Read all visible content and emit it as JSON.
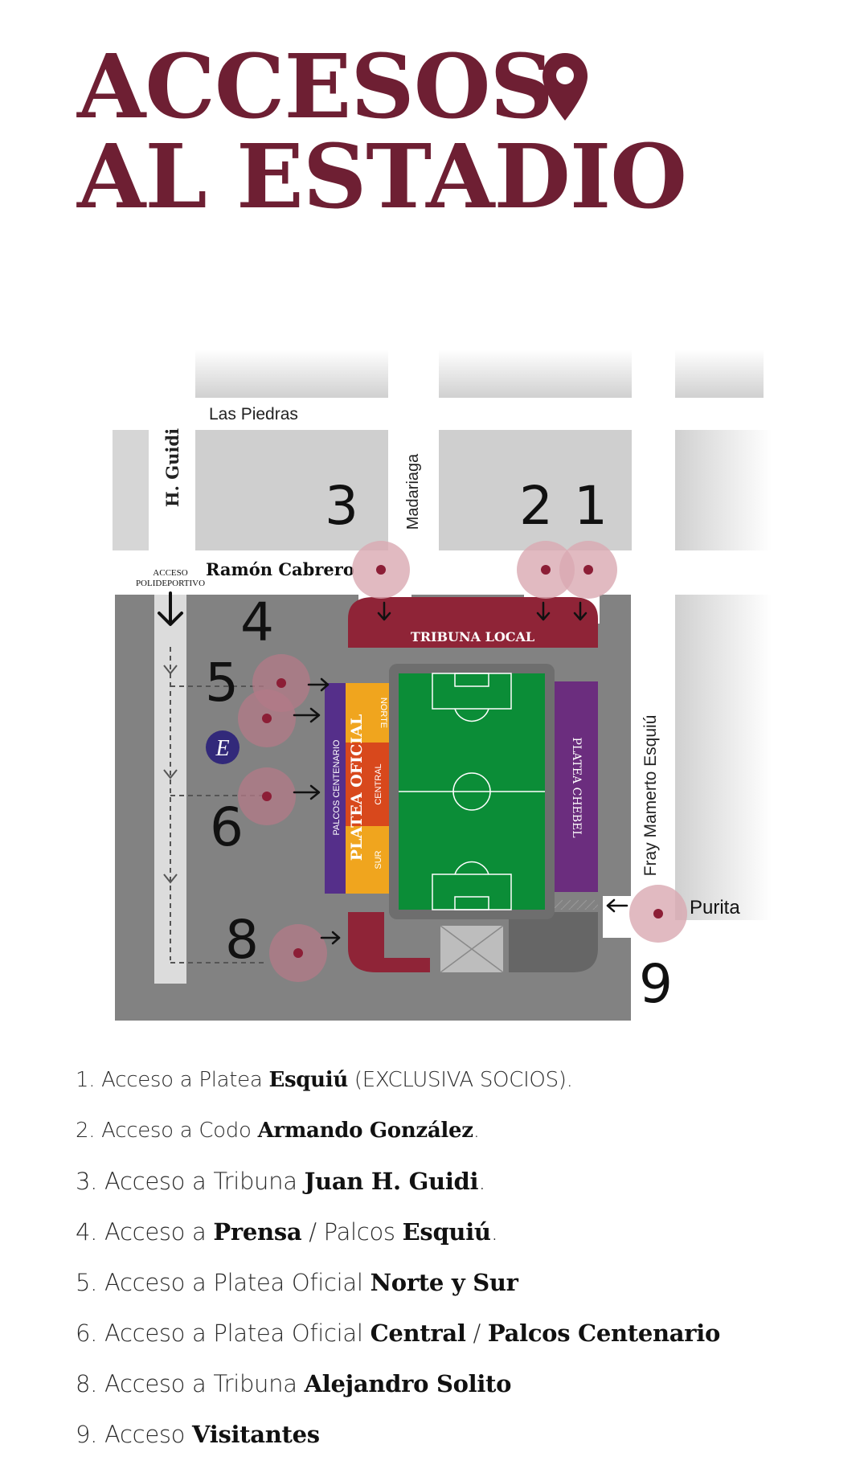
{
  "title": {
    "line1": "ACCESOS",
    "line2": "AL ESTADIO"
  },
  "colors": {
    "brand": "#6e1f33",
    "tribuna": "#8f2437",
    "palcos": "#552f8a",
    "platea_norte": "#f0a51e",
    "platea_central": "#d8481c",
    "pitch": "#0b8d37",
    "pin_circle": "#d9a9b2"
  },
  "streets": {
    "las_piedras": "Las Piedras",
    "madariaga": "Madariaga",
    "h_guidi": "H. Guidi",
    "ramon_cabrero": "Ramón Cabrero",
    "fray_mamerto": "Fray Mamerto Esquiú",
    "purita": "Purita"
  },
  "map_labels": {
    "acceso_poli_1": "ACCESO",
    "acceso_poli_2": "POLIDEPORTIVO",
    "tribuna_local": "TRIBUNA LOCAL",
    "palcos_centenario": "PALCOS CENTENARIO",
    "platea_oficial": "PLATEA OFICIAL",
    "norte": "NORTE",
    "central": "CENTRAL",
    "sur": "SUR",
    "platea_chebel": "PLATEA CHEBEL",
    "e_badge": "E"
  },
  "map_numbers": [
    "3",
    "2",
    "1",
    "4",
    "5",
    "6",
    "8",
    "9"
  ],
  "legend": [
    {
      "n": "1.",
      "pre": " Acceso a Platea ",
      "b1": "Esquiú",
      "mid": " (EXCLUSIVA SOCIOS).",
      "b2": "",
      "post": ""
    },
    {
      "n": "2.",
      "pre": " Acceso a Codo ",
      "b1": "Armando González",
      "mid": ".",
      "b2": "",
      "post": ""
    },
    {
      "n": "3.",
      "pre": " Acceso a Tribuna ",
      "b1": "Juan H. Guidi",
      "mid": ".",
      "b2": "",
      "post": ""
    },
    {
      "n": "4.",
      "pre": " Acceso a ",
      "b1": "Prensa",
      "mid": " / Palcos ",
      "b2": "Esquiú",
      "post": "."
    },
    {
      "n": "5.",
      "pre": " Acceso a Platea Oficial ",
      "b1": "Norte y Sur",
      "mid": "",
      "b2": "",
      "post": ""
    },
    {
      "n": "6.",
      "pre": " Acceso a Platea Oficial ",
      "b1": "Central",
      "mid": " / ",
      "b2": "Palcos Centenario",
      "post": ""
    },
    {
      "n": "8.",
      "pre": " Acceso a Tribuna ",
      "b1": "Alejandro Solito",
      "mid": "",
      "b2": "",
      "post": ""
    },
    {
      "n": "9.",
      "pre": " Acceso ",
      "b1": "Visitantes",
      "mid": "",
      "b2": "",
      "post": ""
    }
  ]
}
